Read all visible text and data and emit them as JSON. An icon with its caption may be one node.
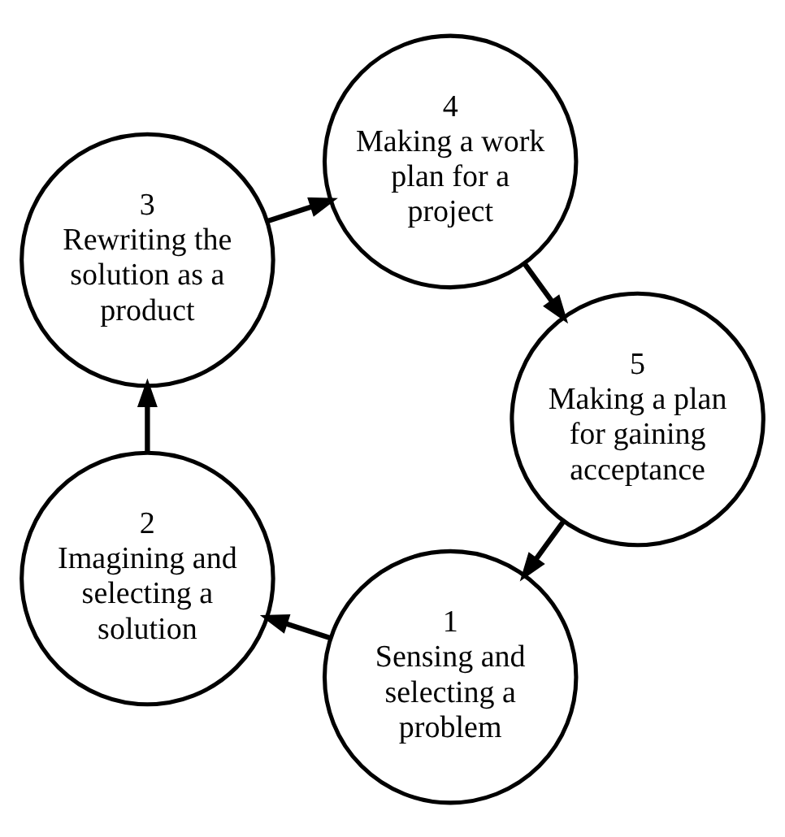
{
  "diagram": {
    "nodes": [
      {
        "text": [
          "1",
          "Sensing and selecting a problem"
        ]
      },
      {
        "text": [
          "2",
          "Imagining and selecting a solution"
        ]
      },
      {
        "text": [
          "3",
          "Rewriting the solution as a product"
        ]
      },
      {
        "text": [
          "4",
          "Making a work plan for a project"
        ]
      },
      {
        "text": [
          "5",
          "Making a plan for gaining acceptance"
        ]
      }
    ],
    "edges": [
      {
        "from": 0,
        "to": 1,
        "arrow": "to"
      },
      {
        "from": 1,
        "to": 2,
        "arrow": "to"
      },
      {
        "from": 2,
        "to": 3,
        "arrow": "to"
      },
      {
        "from": 3,
        "to": 4,
        "arrow": "to"
      },
      {
        "from": 4,
        "to": 0,
        "arrow": "to"
      }
    ]
  }
}
